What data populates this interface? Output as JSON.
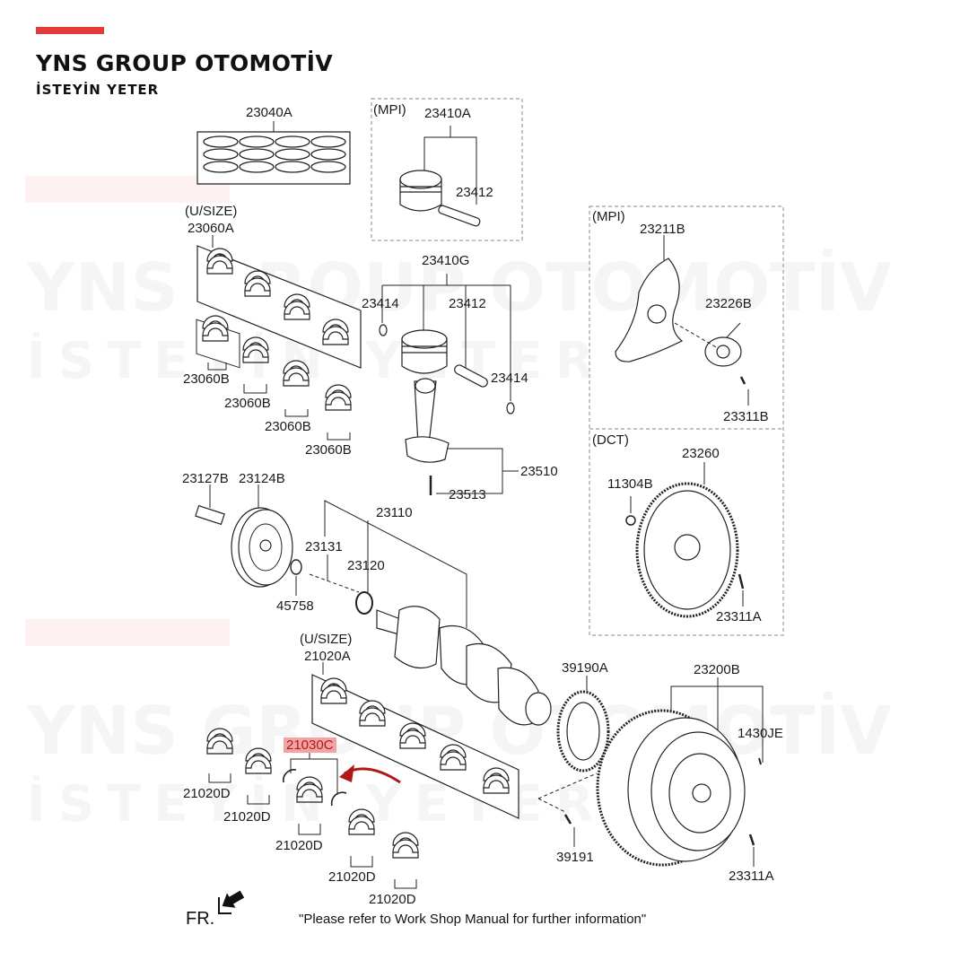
{
  "brand": {
    "name": "YNS GROUP OTOMOTİV",
    "tagline": "İSTEYİN YETER",
    "accent_color": "#e33a3a"
  },
  "watermark": {
    "name": "YNS GROUP OTOMOTİV",
    "tagline": "İSTEYİN YETER"
  },
  "groups": {
    "mpi_piston": "(MPI)",
    "mpi_plate": "(MPI)",
    "dct": "(DCT)",
    "usize_upper": "(U/SIZE)",
    "usize_lower": "(U/SIZE)"
  },
  "parts": {
    "p23040A": "23040A",
    "p23410A": "23410A",
    "p23412_mpi": "23412",
    "p23060A": "23060A",
    "p23060B_1": "23060B",
    "p23060B_2": "23060B",
    "p23060B_3": "23060B",
    "p23060B_4": "23060B",
    "p23410G": "23410G",
    "p23414_left": "23414",
    "p23412": "23412",
    "p23414_right": "23414",
    "p23510": "23510",
    "p23513": "23513",
    "p23211B": "23211B",
    "p23226B": "23226B",
    "p23311B": "23311B",
    "p23260": "23260",
    "p11304B": "11304B",
    "p23311A_upper": "23311A",
    "p23127B": "23127B",
    "p23124B": "23124B",
    "p23110": "23110",
    "p23131": "23131",
    "p23120": "23120",
    "p45758": "45758",
    "p21020A": "21020A",
    "p39190A": "39190A",
    "p23200B": "23200B",
    "p1430JE": "1430JE",
    "p21030C": "21030C",
    "p21020D_1": "21020D",
    "p21020D_2": "21020D",
    "p21020D_3": "21020D",
    "p21020D_4": "21020D",
    "p21020D_5": "21020D",
    "p39191": "39191",
    "p23311A_lower": "23311A"
  },
  "highlight": {
    "part": "21030C",
    "color": "#b01818",
    "background": "#f2a3a3"
  },
  "footer": {
    "front_label": "FR.",
    "note": "\"Please refer to Work Shop Manual for further information\""
  }
}
